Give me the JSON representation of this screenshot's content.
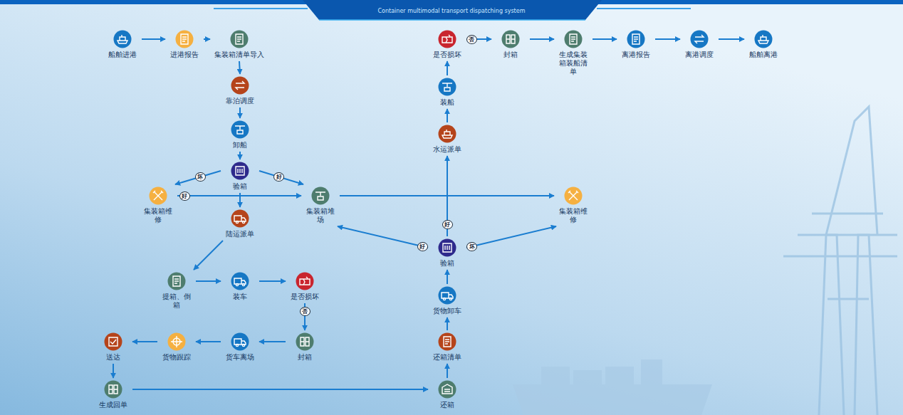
{
  "diagram": {
    "nodes": [
      {
        "text": [
          "船舶进港"
        ]
      },
      {
        "text": [
          "进港报告"
        ]
      },
      {
        "text": [
          "集装箱清单导入"
        ]
      },
      {
        "text": [
          "靠泊调度"
        ]
      },
      {
        "text": [
          "卸船"
        ]
      },
      {
        "text": [
          "验箱"
        ]
      },
      {
        "text": [
          "集装箱维修"
        ]
      },
      {
        "text": [
          "集装箱堆场"
        ]
      },
      {
        "text": [
          "陆运派单"
        ]
      },
      {
        "text": [
          "提箱、倒箱"
        ]
      },
      {
        "text": [
          "装车"
        ]
      },
      {
        "text": [
          "是否损坏"
        ]
      },
      {
        "text": [
          "封箱"
        ]
      },
      {
        "text": [
          "货车离场"
        ]
      },
      {
        "text": [
          "货物跟踪"
        ]
      },
      {
        "text": [
          "送达"
        ]
      },
      {
        "text": [
          "生成回单"
        ]
      },
      {
        "text": [
          "还箱"
        ]
      },
      {
        "text": [
          "还箱清单"
        ]
      },
      {
        "text": [
          "货物卸车"
        ]
      },
      {
        "text": [
          "验箱"
        ]
      },
      {
        "text": [
          "集装箱维修"
        ]
      },
      {
        "text": [
          "水运派单"
        ]
      },
      {
        "text": [
          "装船"
        ]
      },
      {
        "text": [
          "是否损坏"
        ]
      },
      {
        "text": [
          "封箱"
        ]
      },
      {
        "text": [
          "生成集装箱装船清单"
        ]
      },
      {
        "text": [
          "离港报告"
        ]
      },
      {
        "text": [
          "离港调度"
        ]
      },
      {
        "text": [
          "船舶离港"
        ]
      }
    ],
    "edges": [
      {
        "from": 0,
        "to": 1,
        "arrow": "to"
      },
      {
        "from": 1,
        "to": 2,
        "arrow": "to"
      },
      {
        "from": 2,
        "to": 3,
        "arrow": "to"
      },
      {
        "from": 3,
        "to": 4,
        "arrow": "to"
      },
      {
        "from": 4,
        "to": 5,
        "arrow": "to"
      },
      {
        "from": 5,
        "to": 6,
        "label": "坏",
        "arrow": "to"
      },
      {
        "from": 5,
        "to": 7,
        "label": "好",
        "arrow": "to"
      },
      {
        "from": 6,
        "to": 7,
        "label": "好",
        "arrow": "to"
      },
      {
        "from": 5,
        "to": 8,
        "arrow": "to"
      },
      {
        "from": 8,
        "to": 9,
        "arrow": "to"
      },
      {
        "from": 9,
        "to": 10,
        "arrow": "to"
      },
      {
        "from": 10,
        "to": 11,
        "arrow": "to"
      },
      {
        "from": 11,
        "to": 12,
        "label": "否",
        "arrow": "to"
      },
      {
        "from": 12,
        "to": 13,
        "arrow": "to"
      },
      {
        "from": 13,
        "to": 14,
        "arrow": "to"
      },
      {
        "from": 14,
        "to": 15,
        "arrow": "to"
      },
      {
        "from": 15,
        "to": 16,
        "arrow": "to"
      },
      {
        "from": 16,
        "to": 17,
        "arrow": "to"
      },
      {
        "from": 17,
        "to": 18,
        "arrow": "to"
      },
      {
        "from": 18,
        "to": 19,
        "arrow": "to"
      },
      {
        "from": 19,
        "to": 20,
        "arrow": "to"
      },
      {
        "from": 20,
        "to": 7,
        "label": "好",
        "arrow": "to"
      },
      {
        "from": 20,
        "to": 21,
        "label": "坏",
        "arrow": "to"
      },
      {
        "from": 20,
        "to": 22,
        "label": "好",
        "arrow": "to"
      },
      {
        "from": 7,
        "to": 21,
        "arrow": "to"
      },
      {
        "from": 22,
        "to": 23,
        "arrow": "to"
      },
      {
        "from": 23,
        "to": 24,
        "arrow": "to"
      },
      {
        "from": 24,
        "to": 25,
        "label": "否",
        "arrow": "to"
      },
      {
        "from": 25,
        "to": 26,
        "arrow": "to"
      },
      {
        "from": 26,
        "to": 27,
        "arrow": "to"
      },
      {
        "from": 27,
        "to": 28,
        "arrow": "to"
      },
      {
        "from": 28,
        "to": 29,
        "arrow": "to"
      }
    ],
    "labels": [
      "Container multimodal transport dispatching system"
    ]
  }
}
